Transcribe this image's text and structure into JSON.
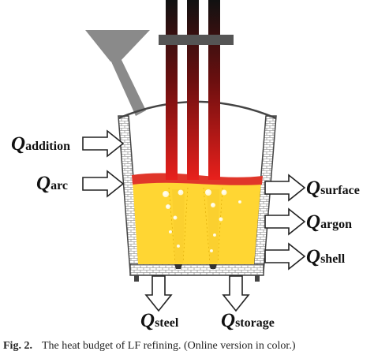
{
  "labels": {
    "q_symbol": "Q",
    "addition": "addition",
    "arc": "arc",
    "surface": "surface",
    "argon": "argon",
    "shell": "shell",
    "steel": "steel",
    "storage": "storage"
  },
  "caption": {
    "fig": "Fig. 2.",
    "text": "The heat budget of LF refining. (Online version in color.)"
  },
  "colors": {
    "steel_melt": "#FFD633",
    "slag": "#E0362A",
    "electrode_top": "#111111",
    "electrode_bottom": "#E8201C",
    "clamp": "#555555",
    "hopper": "#8A8A8A",
    "vessel_wall": "#444444"
  }
}
